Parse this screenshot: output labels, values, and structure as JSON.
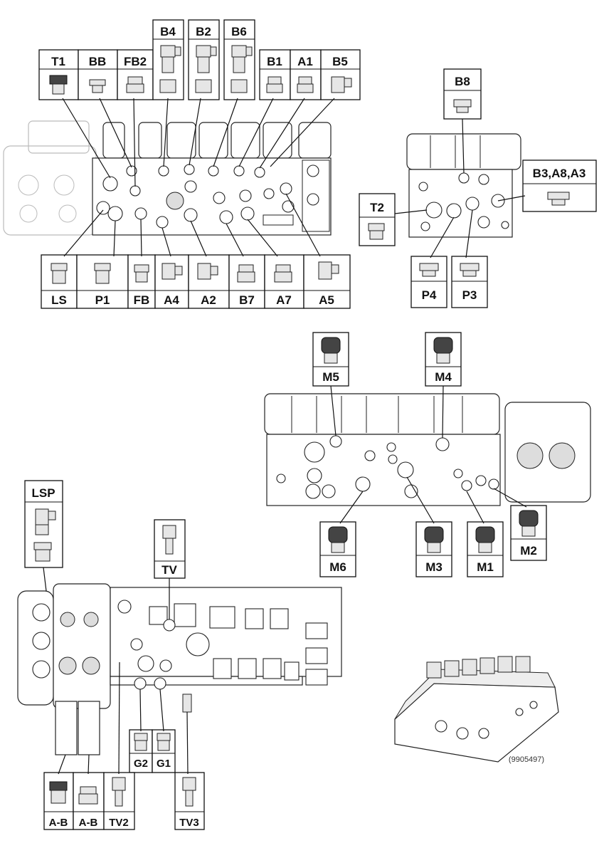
{
  "labels": {
    "top_left_upper": [
      "T1",
      "BB",
      "FB2",
      "B4",
      "B2",
      "B6",
      "B1",
      "A1",
      "B5"
    ],
    "top_left_lower": [
      "LS",
      "P1",
      "FB",
      "A4",
      "A2",
      "B7",
      "A7",
      "A5"
    ],
    "top_right": [
      "B8",
      "B3,A8,A3",
      "T2",
      "P4",
      "P3"
    ],
    "middle": [
      "M5",
      "M4",
      "M6",
      "M3",
      "M1",
      "M2"
    ],
    "bottom_left": [
      "LSP",
      "TV",
      "G2",
      "G1",
      "A-B",
      "A-B",
      "TV2",
      "TV3"
    ]
  },
  "reference_code": "(9905497)",
  "colors": {
    "line": "#111111",
    "background": "#ffffff",
    "fitting_fill": "#e6e6e6"
  }
}
